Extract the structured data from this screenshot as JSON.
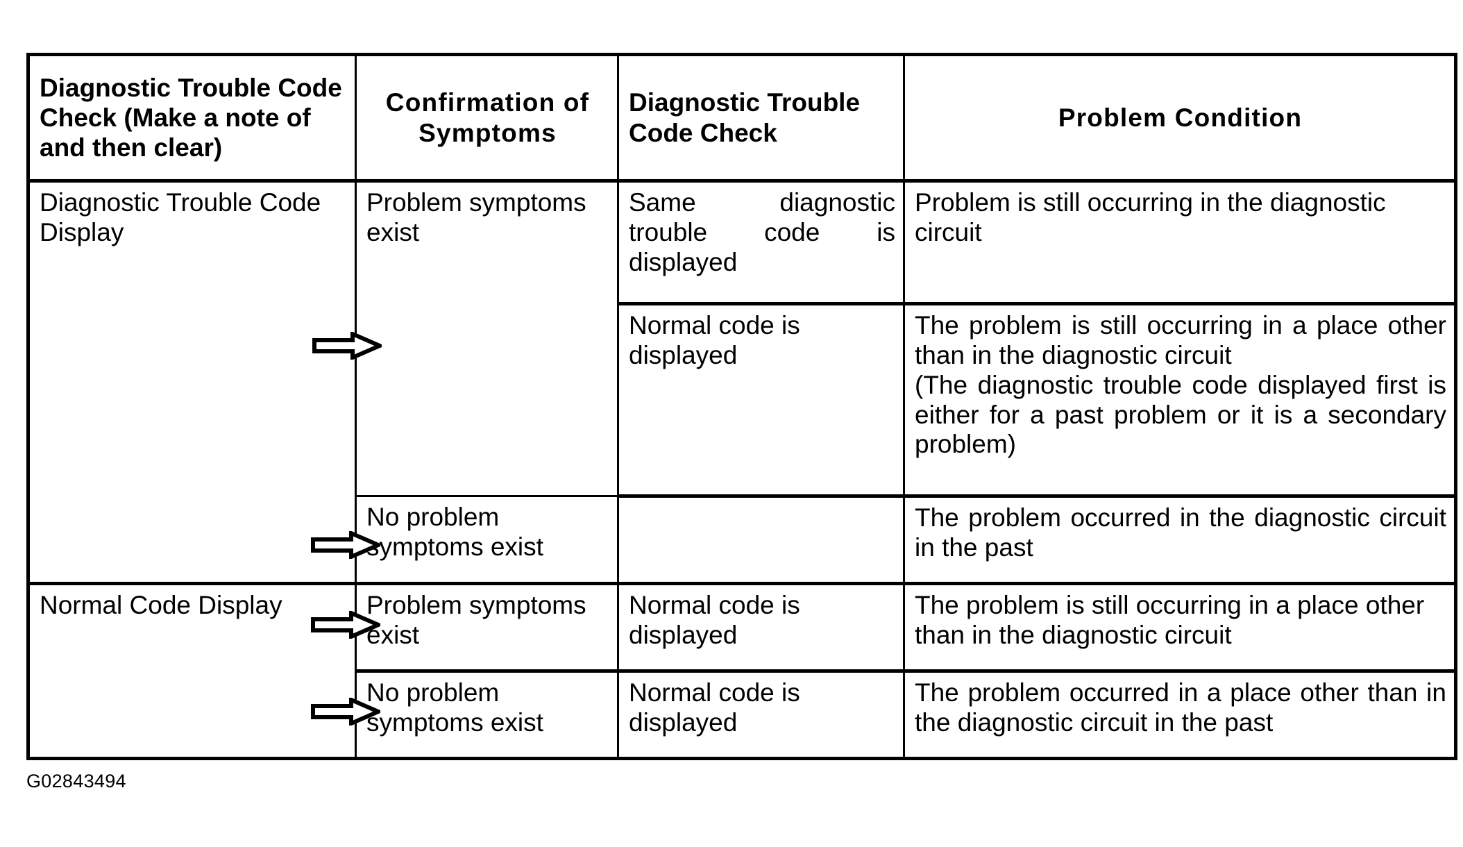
{
  "document": {
    "figure_code": "G02843494"
  },
  "table": {
    "headers": [
      "Diagnostic Trouble Code Check (Make a note of and then clear)",
      "Confirmation of Symptoms",
      "Diagnostic Trouble Code Check",
      "Problem Condition"
    ],
    "rows": [
      {
        "code_check": "Diagnostic Trouble Code Display",
        "confirmation": "Problem symptoms exist",
        "dtc_recheck": "Same diagnostic trouble code is displayed",
        "problem_condition": "Problem is still occurring in the diagnostic circuit"
      },
      {
        "code_check": "",
        "confirmation": "",
        "dtc_recheck": "Normal code is displayed",
        "problem_condition": "The problem is still occurring in a place other than in the diagnostic circuit\n(The diagnostic trouble code displayed first is either for a past problem or it is a secondary problem)"
      },
      {
        "code_check": "",
        "confirmation": "No problem symptoms exist",
        "dtc_recheck": "",
        "problem_condition": "The problem occurred in the diagnostic circuit in the past"
      },
      {
        "code_check": "Normal Code Display",
        "confirmation": "Problem symptoms exist",
        "dtc_recheck": "Normal code is displayed",
        "problem_condition": "The problem is still occurring in a place other than in the diagnostic circuit"
      },
      {
        "code_check": "",
        "confirmation": "No problem symptoms exist",
        "dtc_recheck": "Normal code is displayed",
        "problem_condition": "The problem occurred in a place other than in the diagnostic circuit in the past"
      }
    ],
    "condition_line_a": "The problem is still occurring in a place other than in the diagnostic circuit",
    "condition_line_b": "(The diagnostic trouble code displayed first is either for a past problem or it is a secondary problem)"
  },
  "arrows": {
    "count": 4,
    "direction": "right",
    "style": "hollow-block-arrow",
    "color": "#000000"
  }
}
